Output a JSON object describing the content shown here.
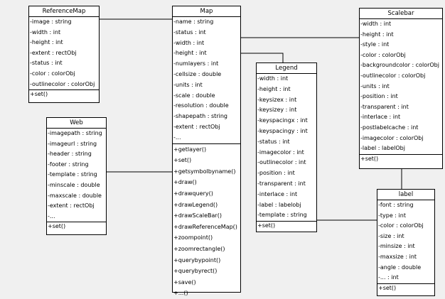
{
  "classes": {
    "referencemap": {
      "name": "ReferenceMap",
      "attributes": [
        "-image : string",
        "-width : int",
        "-height : int",
        "-extent : rectObj",
        "-status : int",
        "-color : colorObj",
        "-outlinecolor : colorObj"
      ],
      "operations": [
        "+set()"
      ]
    },
    "web": {
      "name": "Web",
      "attributes": [
        "-imagepath : string",
        "-imageurl : string",
        "-header : string",
        "-footer : string",
        "-template : string",
        "-minscale : double",
        "-maxscale : double",
        "-extent : rectObj",
        "-..."
      ],
      "operations": [
        "+set()"
      ]
    },
    "map": {
      "name": "Map",
      "attributes": [
        "-name : string",
        "-status : int",
        "-width : int",
        "-height : int",
        "-numlayers : int",
        "-cellsize : double",
        "-units : int",
        "-scale : double",
        "-resolution : double",
        "-shapepath : string",
        "-extent : rectObj",
        "-..."
      ],
      "operations": [
        "+getlayer()",
        "+set()",
        "+getsymbolbyname()",
        "+draw()",
        "+drawquery()",
        "+drawLegend()",
        "+drawScaleBar()",
        "+drawReferenceMap()",
        "+zoompoint()",
        "+zoomrectangle()",
        "+querybypoint()",
        "+querybyrect()",
        "+save()",
        "+...()"
      ]
    },
    "legend": {
      "name": "Legend",
      "attributes": [
        "-width : int",
        "-height : int",
        "-keysizex : int",
        "-keysizey : int",
        "-keyspacingx : int",
        "-keyspacingy : int",
        "-status : int",
        "-imagecolor : int",
        "-outlinecolor : int",
        "-position : int",
        "-transparent : int",
        "-interlace : int",
        "-label : labelobj",
        "-template : string"
      ],
      "operations": [
        "+set()"
      ]
    },
    "scalebar": {
      "name": "Scalebar",
      "attributes": [
        "-width : int",
        "-height : int",
        "-style : int",
        "-color : colorObj",
        "-backgroundcolor : colorObj",
        "-outlinecolor : colorObj",
        "-units : int",
        "-position : int",
        "-transparent : int",
        "-interlace : int",
        "-postlabelcache : int",
        "-imagecolor : colorObj",
        "-label : labelObj"
      ],
      "operations": [
        "+set()"
      ]
    },
    "label": {
      "name": "label",
      "attributes": [
        "-font : string",
        "-type : int",
        "-color : colorObj",
        "-size : int",
        "-minsize : int",
        "-maxsize : int",
        "-angle : double",
        "-... : int"
      ],
      "operations": [
        "+set()"
      ]
    }
  },
  "colors": {
    "background": "#f0f0f0",
    "box": "#ffffff",
    "line": "#000000"
  }
}
